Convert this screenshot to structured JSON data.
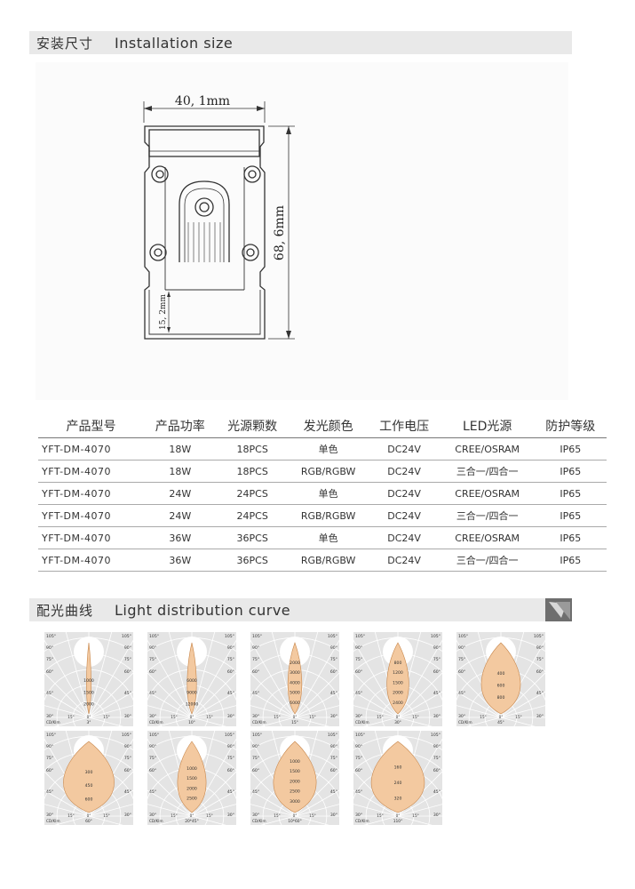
{
  "install": {
    "title_zh": "安装尺寸",
    "title_en": "Installation size"
  },
  "drawing": {
    "width_label": "40, 1mm",
    "height_label": "68, 6mm",
    "slot_label": "15, 2mm"
  },
  "table": {
    "headers": [
      "产品型号",
      "产品功率",
      "光源颗数",
      "发光颜色",
      "工作电压",
      "LED光源",
      "防护等级"
    ],
    "rows": [
      [
        "YFT-DM-4070",
        "18W",
        "18PCS",
        "单色",
        "DC24V",
        "CREE/OSRAM",
        "IP65"
      ],
      [
        "YFT-DM-4070",
        "18W",
        "18PCS",
        "RGB/RGBW",
        "DC24V",
        "三合一/四合一",
        "IP65"
      ],
      [
        "YFT-DM-4070",
        "24W",
        "24PCS",
        "单色",
        "DC24V",
        "CREE/OSRAM",
        "IP65"
      ],
      [
        "YFT-DM-4070",
        "24W",
        "24PCS",
        "RGB/RGBW",
        "DC24V",
        "三合一/四合一",
        "IP65"
      ],
      [
        "YFT-DM-4070",
        "36W",
        "36PCS",
        "单色",
        "DC24V",
        "CREE/OSRAM",
        "IP65"
      ],
      [
        "YFT-DM-4070",
        "36W",
        "36PCS",
        "RGB/RGBW",
        "DC24V",
        "三合一/四合一",
        "IP65"
      ]
    ]
  },
  "curves": {
    "title_zh": "配光曲线",
    "title_en": "Light distribution curve",
    "unit_label": "CD/Klm",
    "angle_labels": {
      "a105": "105°",
      "a90": "90°",
      "a75": "75°",
      "a60": "60°",
      "a45": "45°",
      "a30": "30°",
      "a15": "15°",
      "a0": "0°"
    },
    "fill_color": "#f3c9a0",
    "stroke_color": "#c8864a",
    "diagrams": [
      {
        "beam": "3°",
        "half_angle": 3,
        "ticks": [
          "1000",
          "1500",
          "2000"
        ],
        "lengths": [
          0.55,
          0.72,
          0.88
        ]
      },
      {
        "beam": "10°",
        "half_angle": 6,
        "ticks": [
          "6000",
          "9000",
          "12000"
        ],
        "lengths": [
          0.55,
          0.72,
          0.88
        ]
      },
      {
        "beam": "15°",
        "half_angle": 9,
        "ticks": [
          "2000",
          "3000",
          "4000",
          "5000",
          "6000"
        ],
        "lengths": [
          0.3,
          0.44,
          0.58,
          0.72,
          0.86
        ]
      },
      {
        "beam": "30°",
        "half_angle": 14,
        "ticks": [
          "800",
          "1200",
          "1500",
          "2000",
          "2400"
        ],
        "lengths": [
          0.3,
          0.44,
          0.58,
          0.72,
          0.86
        ]
      },
      {
        "beam": "45°",
        "half_angle": 24,
        "ticks": [
          "400",
          "600",
          "800"
        ],
        "lengths": [
          0.45,
          0.62,
          0.79
        ]
      },
      {
        "beam": "60°",
        "half_angle": 30,
        "ticks": [
          "300",
          "450",
          "600"
        ],
        "lengths": [
          0.45,
          0.64,
          0.83
        ]
      },
      {
        "beam": "20*45°",
        "half_angle": 18,
        "ticks": [
          "1000",
          "1500",
          "2000",
          "2500"
        ],
        "lengths": [
          0.4,
          0.54,
          0.68,
          0.82
        ]
      },
      {
        "beam": "10*60°",
        "half_angle": 26,
        "ticks": [
          "1000",
          "1500",
          "2000",
          "2500",
          "3000"
        ],
        "lengths": [
          0.3,
          0.44,
          0.58,
          0.72,
          0.86
        ]
      },
      {
        "beam": "110°",
        "half_angle": 55,
        "ticks": [
          "160",
          "240",
          "320"
        ],
        "lengths": [
          0.38,
          0.6,
          0.82
        ]
      }
    ]
  }
}
